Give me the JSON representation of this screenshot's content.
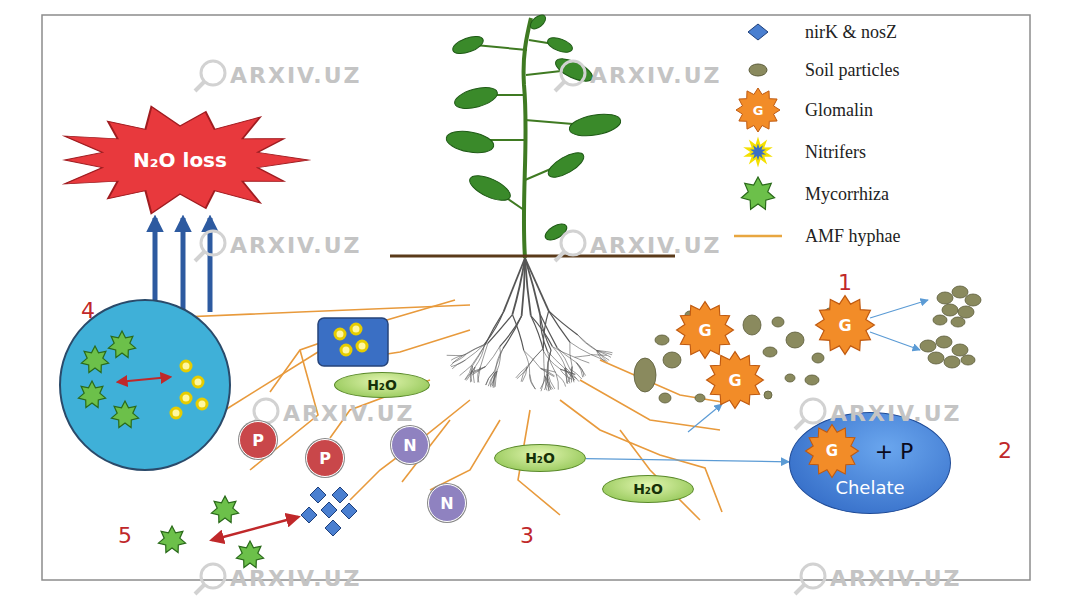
{
  "diagram": {
    "nodes": [
      {
        "text": [
          "N₂O loss"
        ]
      },
      {
        "text": [
          "G"
        ]
      },
      {
        "text": [
          "G"
        ]
      },
      {
        "text": [
          "G"
        ]
      },
      {
        "text": [
          "+ P",
          "Chelate"
        ]
      },
      {
        "text": [
          "G"
        ],
        "in": 4
      },
      {
        "text": [
          "H₂O"
        ]
      },
      {
        "text": [
          "P"
        ]
      },
      {
        "text": [
          "N"
        ]
      },
      {
        "text": [
          "P"
        ]
      },
      {
        "text": [
          "H₂O"
        ]
      },
      {
        "text": [
          "H₂O"
        ]
      },
      {
        "text": [
          "N"
        ]
      }
    ],
    "edges": [
      {
        "from": 10,
        "to": 4,
        "arrow": "to"
      }
    ],
    "labels": [
      "4",
      "1",
      "2",
      "5",
      "3",
      "G",
      "ARXIV.UZ",
      "ARXIV.UZ",
      "ARXIV.UZ",
      "ARXIV.UZ",
      "ARXIV.UZ",
      "ARXIV.UZ",
      "ARXIV.UZ",
      "ARXIV.UZ"
    ],
    "legend": [
      {
        "text": "nirK & nosZ"
      },
      {
        "text": "Soil particles",
        "color": "#8a8a5e"
      },
      {
        "text": "Glomalin"
      },
      {
        "text": "Nitrifers"
      },
      {
        "text": "Mycorrhiza"
      },
      {
        "text": "AMF hyphae"
      }
    ]
  }
}
